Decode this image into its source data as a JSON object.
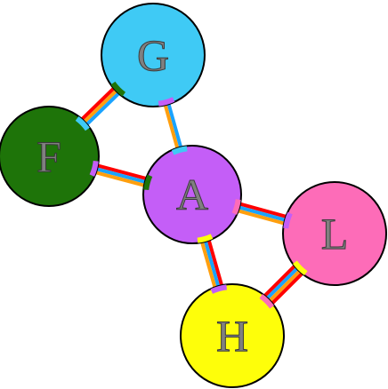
{
  "nodes": [
    {
      "id": "G",
      "label": "G",
      "color": "#3fcaf5"
    },
    {
      "id": "F",
      "label": "F",
      "color": "#1e7409"
    },
    {
      "id": "A",
      "label": "A",
      "color": "#c45ef7"
    },
    {
      "id": "L",
      "label": "L",
      "color": "#fd6cb8"
    },
    {
      "id": "H",
      "label": "H",
      "color": "#fefe0a"
    }
  ],
  "edges": [
    {
      "from": "F",
      "to": "G",
      "stripes": [
        "#ff0000",
        "#ff9f0f",
        "#1aa3ff"
      ]
    },
    {
      "from": "G",
      "to": "A",
      "stripes": [
        "#1aa3ff",
        "#ff9f0f"
      ]
    },
    {
      "from": "F",
      "to": "A",
      "stripes": [
        "#ff0000",
        "#1aa3ff",
        "#ff9f0f"
      ]
    },
    {
      "from": "A",
      "to": "L",
      "stripes": [
        "#ff0000",
        "#1aa3ff",
        "#ff9f0f"
      ]
    },
    {
      "from": "A",
      "to": "H",
      "stripes": [
        "#ff0000",
        "#1aa3ff",
        "#ff9f0f"
      ]
    },
    {
      "from": "H",
      "to": "L",
      "stripes": [
        "#ff0000",
        "#1aa3ff",
        "#ff9f0f",
        "#ff0000"
      ]
    }
  ],
  "colors": {
    "outline": "#000000",
    "background": "#ffffff"
  }
}
